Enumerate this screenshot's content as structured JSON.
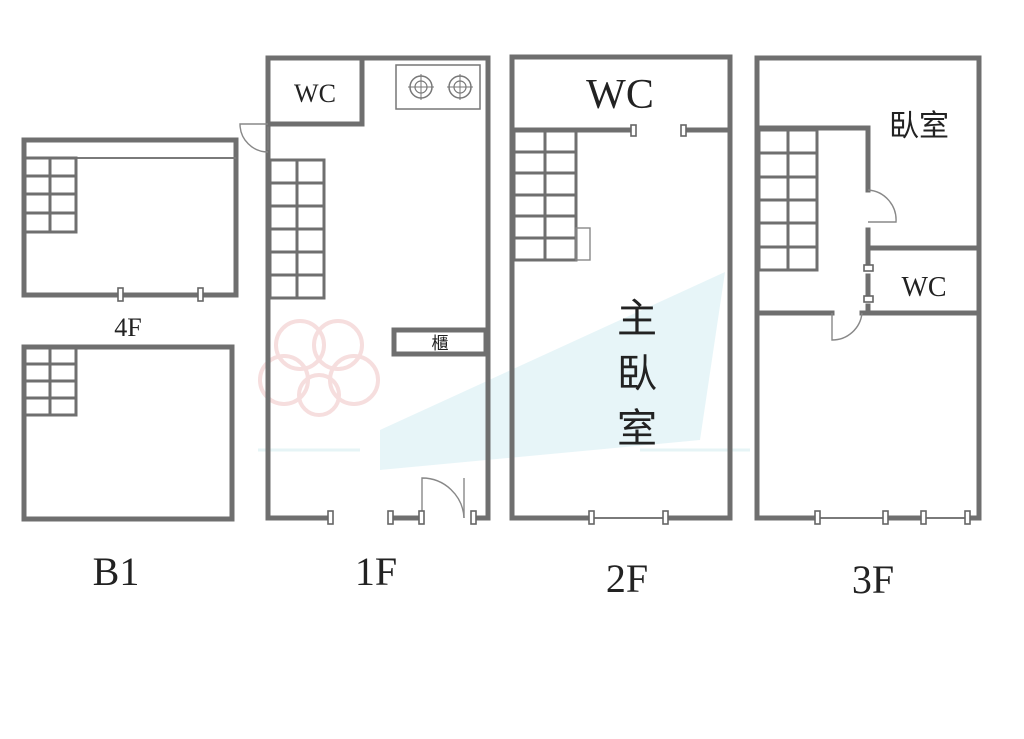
{
  "floors": {
    "b1": "B1",
    "f1": "1F",
    "f2": "2F",
    "f3": "3F",
    "f4": "4F"
  },
  "rooms": {
    "wc_1f": "WC",
    "wc_2f": "WC",
    "wc_3f": "WC",
    "master_bed_1": "主",
    "master_bed_2": "臥",
    "master_bed_3": "室",
    "bedroom_3f": "臥室",
    "cabinet": "櫃"
  },
  "colors": {
    "wall": "#6f6f6f",
    "watermark": "#e1f3f6"
  }
}
